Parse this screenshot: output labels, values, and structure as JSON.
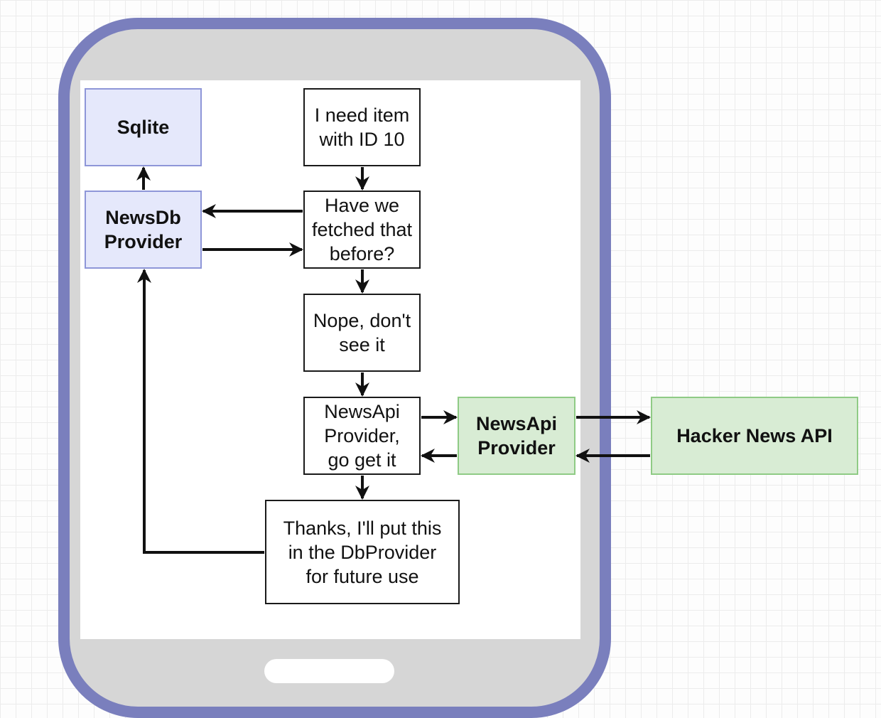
{
  "nodes": {
    "sqlite": "Sqlite",
    "newsdb_provider": "NewsDb\nProvider",
    "need_item": "I need item\nwith ID 10",
    "fetched_before": "Have we\nfetched that\nbefore?",
    "nope": "Nope, don't\nsee it",
    "go_get_it": "NewsApi\nProvider,\ngo get it",
    "thanks": "Thanks, I'll put this\nin the DbProvider\nfor future use",
    "newsapi_provider": "NewsApi\nProvider",
    "hacker_news_api": "Hacker News API"
  },
  "colors": {
    "phone_frame": "#7a7fbd",
    "phone_bezel": "#d6d6d6",
    "db_fill": "#e5e8fb",
    "db_stroke": "#8e96d8",
    "api_fill": "#d8ecd4",
    "api_stroke": "#8fcb85",
    "edge": "#111111"
  }
}
